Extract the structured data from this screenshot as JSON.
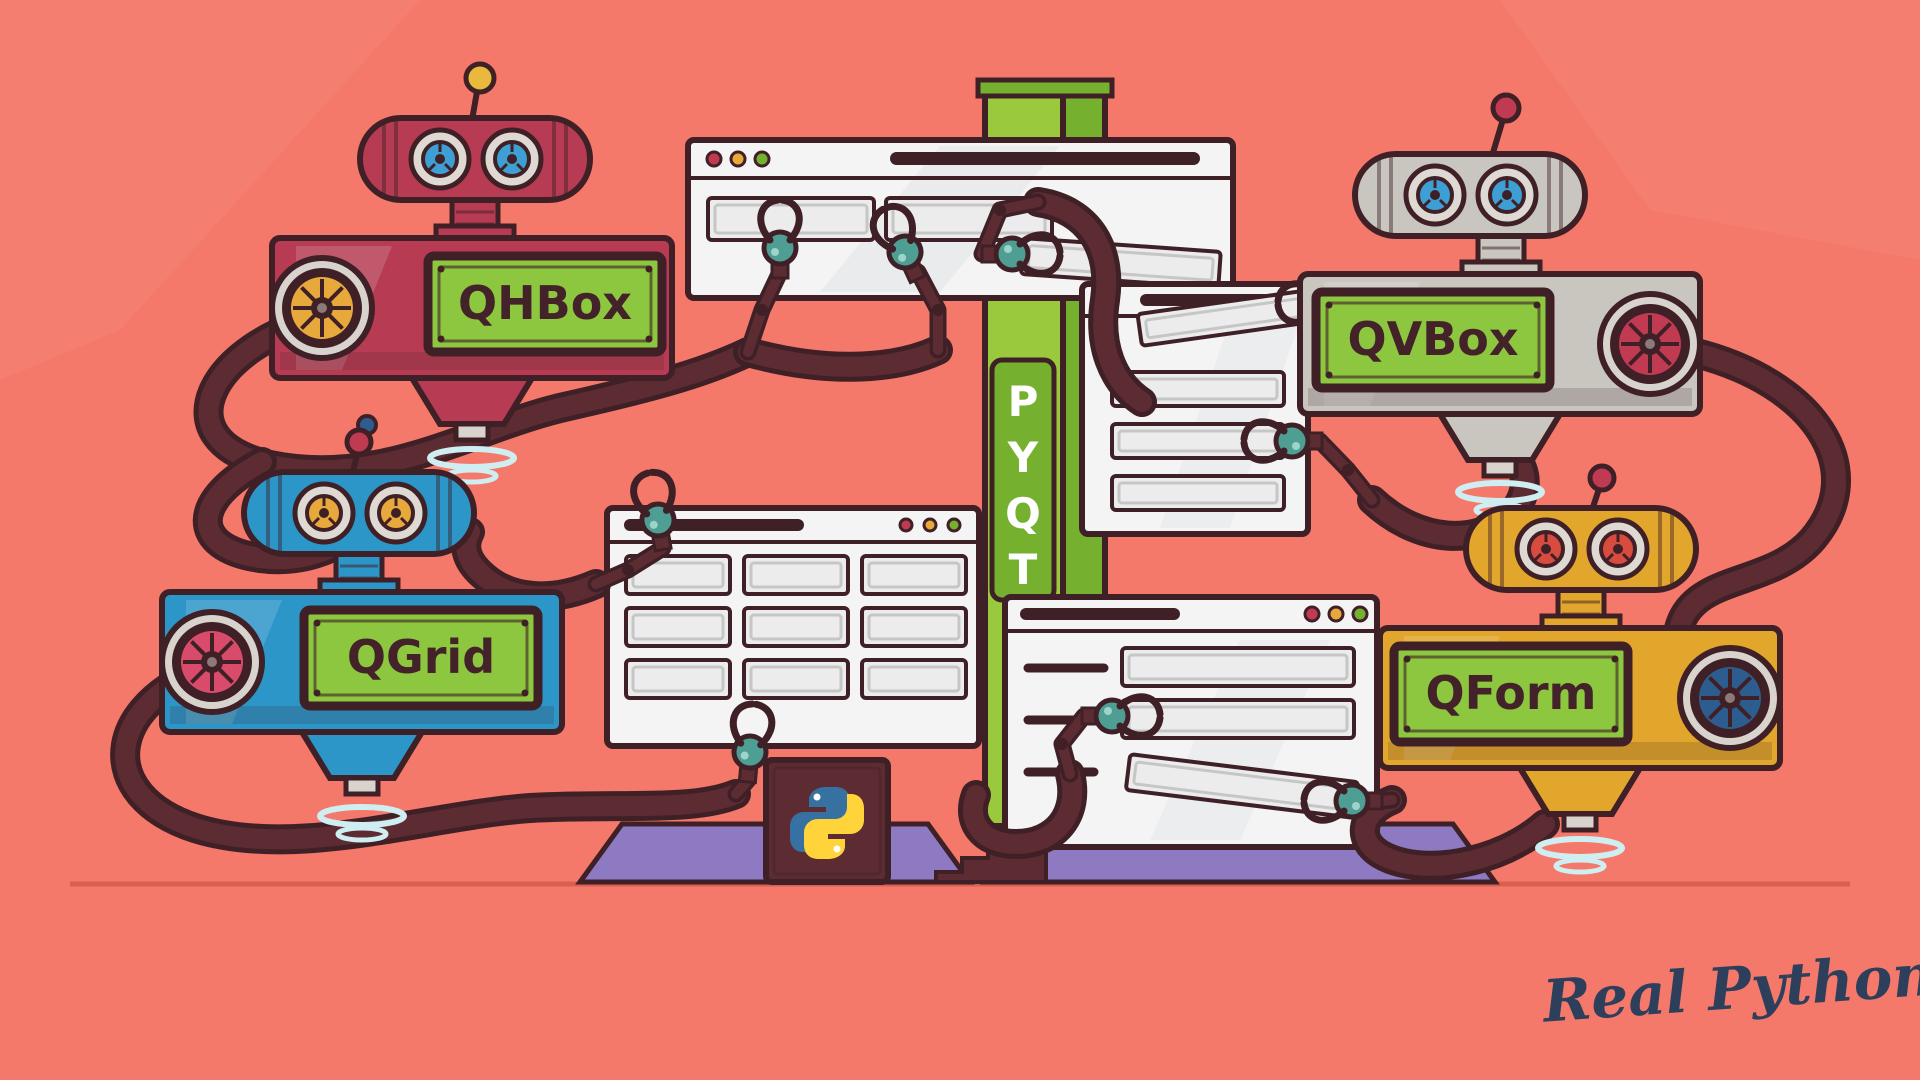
{
  "illustration": {
    "signature": "Real Python",
    "post": {
      "label": "PYQT",
      "letters": [
        "P",
        "Y",
        "Q",
        "T"
      ]
    },
    "robots": {
      "qhbox": {
        "label": "QHBox"
      },
      "qvbox": {
        "label": "QVBox"
      },
      "qgrid": {
        "label": "QGrid"
      },
      "qform": {
        "label": "QForm"
      }
    },
    "colors": {
      "background": "#f4796a",
      "outline": "#3f2026",
      "cable": "#5d2c33",
      "claw": "#4f9e94",
      "plate_green": "#8dc63f",
      "post_green": "#9bc93e",
      "post_green_dark": "#76b02f",
      "platform_purple": "#8d7ac2",
      "window_fill": "#f4f4f4",
      "widget_fill": "#ececec",
      "robot_qhbox_red": "#b73c53",
      "robot_qvbox_steel": "#c9c5bf",
      "robot_qgrid_blue": "#2d96c8",
      "robot_qform_gold": "#e2a62c",
      "python_blue": "#3771a2",
      "python_yellow": "#ffd43b",
      "signature_navy": "#2e3f5c",
      "ground_line": "#d95f52",
      "hover_ring": "#cfeef2"
    }
  }
}
